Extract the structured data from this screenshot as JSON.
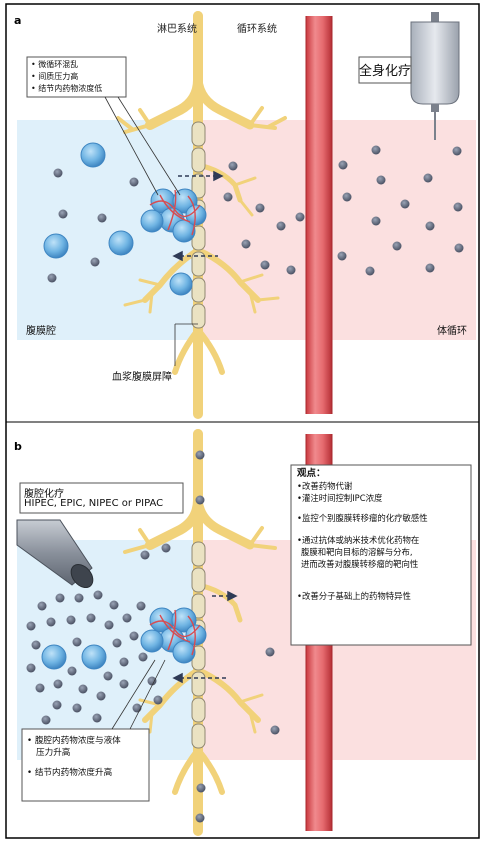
{
  "panel_a": {
    "label": "a",
    "lymph_title": "淋巴系统",
    "circ_title": "循环系统",
    "chemo_label": "全身化疗",
    "bullets": [
      "微循环混乱",
      "间质压力高",
      "结节内药物浓度低"
    ],
    "peritoneal_cavity": "腹膜腔",
    "systemic_circulation": "体循环",
    "barrier_label": "血浆腹膜屏障"
  },
  "panel_b": {
    "label": "b",
    "chemo_title": "腹腔化疗",
    "chemo_methods": "HIPEC, EPIC, NIPEC or PIPAC",
    "viewpoints_title": "观点：",
    "viewpoints": [
      "改善药物代谢",
      "灌注时间控制IPC浓度",
      "监控个别腹膜转移瘤的化疗敏感性",
      "通过抗体或纳米技术优化药物在",
      "腹膜和靶向目标的溶解与分布,",
      "进而改善对腹膜转移瘤的靶向性",
      "改善分子基础上的药物特异性"
    ],
    "bottom_bullets": [
      "腹腔内药物浓度与液体",
      "压力升高",
      "结节内药物浓度升高"
    ]
  },
  "colors": {
    "cavity_blue": "#dff0fa",
    "circ_pink": "#fbe0e0",
    "lymph_yellow": "#f1d27a",
    "vessel_red": "#d94b50",
    "cell_blue": "#6fb4e3",
    "drug_gray": "#5d6473"
  }
}
